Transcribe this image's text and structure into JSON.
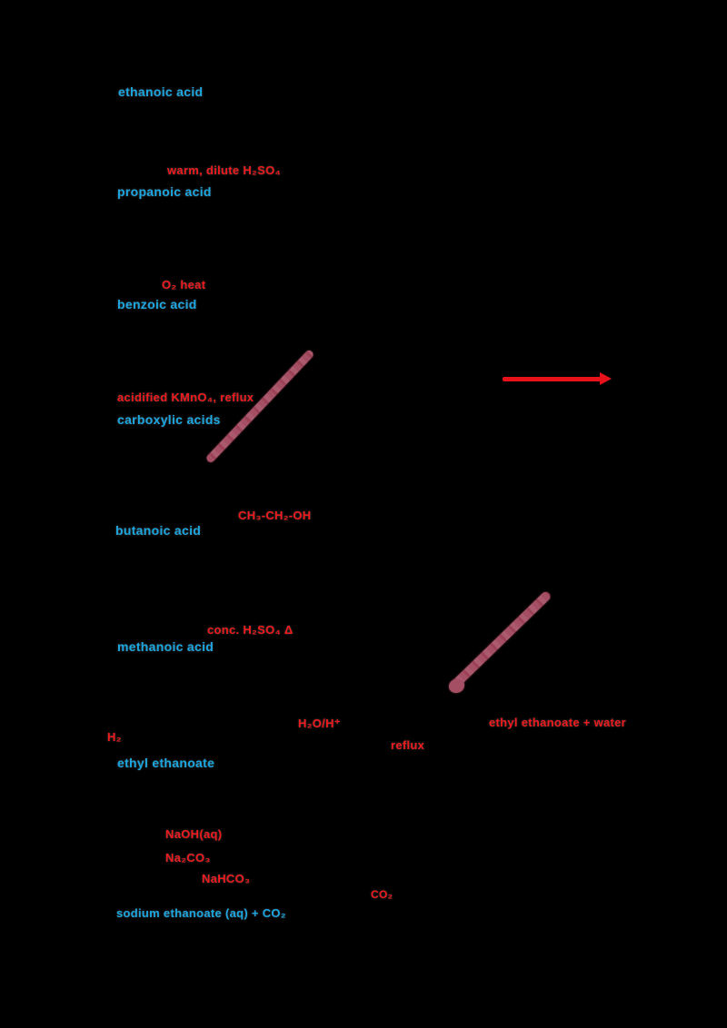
{
  "page": {
    "background": "#000000",
    "description": "chemistry reaction scheme notes, structures invisible on black"
  },
  "colors": {
    "compound_label_blue": "#1CA6E0",
    "reagent_red": "#EE1A1E",
    "marker_maroon": "#A44F63"
  },
  "sections": {
    "s1": {
      "name_label": "ethanoic acid"
    },
    "s2": {
      "reagents": "warm, dilute H₂SO₄",
      "name_label": "propanoic acid"
    },
    "s3": {
      "reagents": "O₂  heat",
      "name_label": "benzoic acid"
    },
    "s4": {
      "reagents": "acidified KMnO₄, reflux",
      "name_label": "carboxylic acids"
    },
    "s5": {
      "formula": "CH₃-CH₂-OH",
      "name_label": "butanoic acid"
    },
    "s6": {
      "reagents": "conc. H₂SO₄  Δ",
      "name_label": "methanoic acid"
    },
    "s7": {
      "left_note": "H₂",
      "above_arrow": "H₂O/H⁺",
      "below_arrow": "reflux",
      "products": "ethyl ethanoate + water",
      "name_label": "ethyl ethanoate"
    },
    "s8": {
      "line1": "NaOH(aq)",
      "line2": "Na₂CO₃",
      "line3": "NaHCO₃",
      "gas": "CO₂",
      "caption": "sodium ethanoate (aq) + CO₂"
    }
  }
}
